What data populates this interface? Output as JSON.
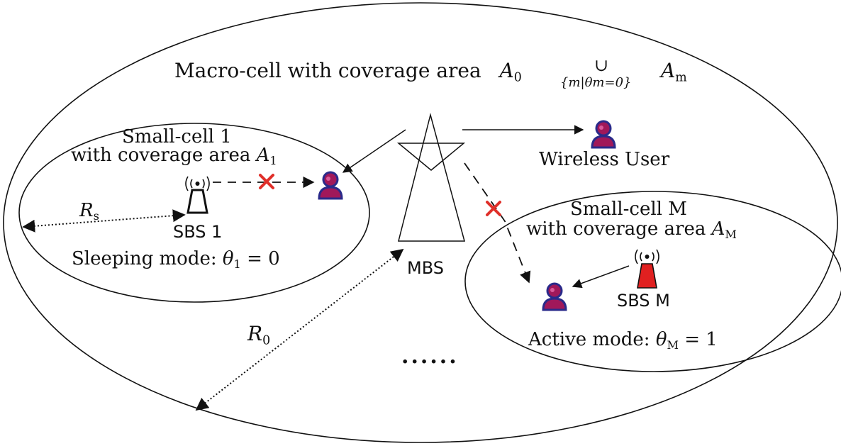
{
  "macro_cell": {
    "label_prefix": "Macro-cell with coverage area",
    "A0": "A",
    "A0_sub": "0",
    "union_symbol": "∪",
    "union_condition": "{m|θm=0}",
    "Am": "A",
    "Am_sub": "m"
  },
  "small_cell_1": {
    "title": "Small-cell 1",
    "coverage_prefix": "with coverage area",
    "area": "A",
    "area_sub": "1",
    "sbs_label": "SBS 1",
    "radius_label": "R",
    "radius_sub": "s",
    "mode_prefix": "Sleeping mode:",
    "mode_theta": "θ",
    "mode_sub": "1",
    "mode_value": "= 0"
  },
  "small_cell_m": {
    "title": "Small-cell M",
    "coverage_prefix": "with coverage area",
    "area": "A",
    "area_sub": "M",
    "sbs_label": "SBS M",
    "mode_prefix": "Active mode:",
    "mode_theta": "θ",
    "mode_sub": "M",
    "mode_value": "= 1"
  },
  "mbs": {
    "label": "MBS"
  },
  "wireless_user": {
    "label": "Wireless User"
  },
  "macro_radius": {
    "label": "R",
    "sub": "0"
  },
  "ellipsis": "......",
  "colors": {
    "user_body": "#a0185a",
    "user_outline": "#2a2a8a",
    "sbs_active": "#e02020",
    "cross": "#e0302a",
    "line": "#111111"
  }
}
